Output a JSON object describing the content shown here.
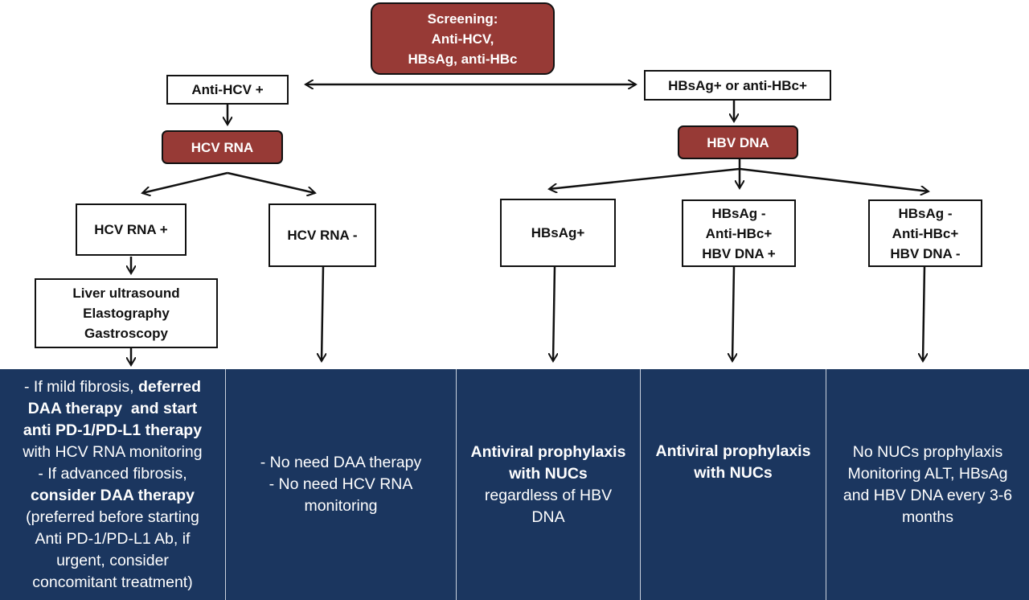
{
  "colors": {
    "red_box": "#973a36",
    "bottom_panel": "#1b365f",
    "line": "#111111"
  },
  "boxes": {
    "screening": [
      "Screening:",
      "Anti-HCV,",
      "HBsAg, anti-HBc"
    ],
    "anti_hcv": "Anti-HCV +",
    "hbsag_or_antihbc": "HBsAg+ or anti-HBc+",
    "hcv_rna": "HCV RNA",
    "hbv_dna": "HBV DNA",
    "hcv_rna_pos": "HCV RNA +",
    "hcv_rna_neg": "HCV RNA -",
    "workup": [
      "Liver ultrasound",
      "Elastography",
      "Gastroscopy"
    ],
    "hbsag_pos": "HBsAg+",
    "hbsag_neg_dna_pos": [
      "HBsAg -",
      "Anti-HBc+",
      "HBV DNA +"
    ],
    "hbsag_neg_dna_neg": [
      "HBsAg -",
      "Anti-HBc+",
      "HBV DNA -"
    ]
  },
  "panels": {
    "col1": {
      "l1a": "- If mild fibrosis, ",
      "l1b": "deferred",
      "l2": "DAA therapy  and start",
      "l3": "anti PD-1/PD-L1 therapy",
      "l4": "with HCV RNA monitoring",
      "l5": "- If advanced fibrosis,",
      "l6": "consider DAA therapy",
      "l7": "(preferred before starting",
      "l8": "Anti PD-1/PD-L1 Ab, if",
      "l9": "urgent, consider",
      "l10": "concomitant treatment)"
    },
    "col2": {
      "l1": "- No need DAA therapy",
      "l2": "- No need HCV RNA",
      "l3": "monitoring"
    },
    "col3": {
      "l1": "Antiviral prophylaxis",
      "l2": "with NUCs",
      "l3": "regardless of HBV",
      "l4": "DNA"
    },
    "col4": {
      "l1": "Antiviral prophylaxis",
      "l2": "with NUCs"
    },
    "col5": {
      "l1": "No NUCs prophylaxis",
      "l2": "Monitoring ALT, HBsAg",
      "l3": "and HBV DNA every 3-6",
      "l4": "months"
    }
  }
}
